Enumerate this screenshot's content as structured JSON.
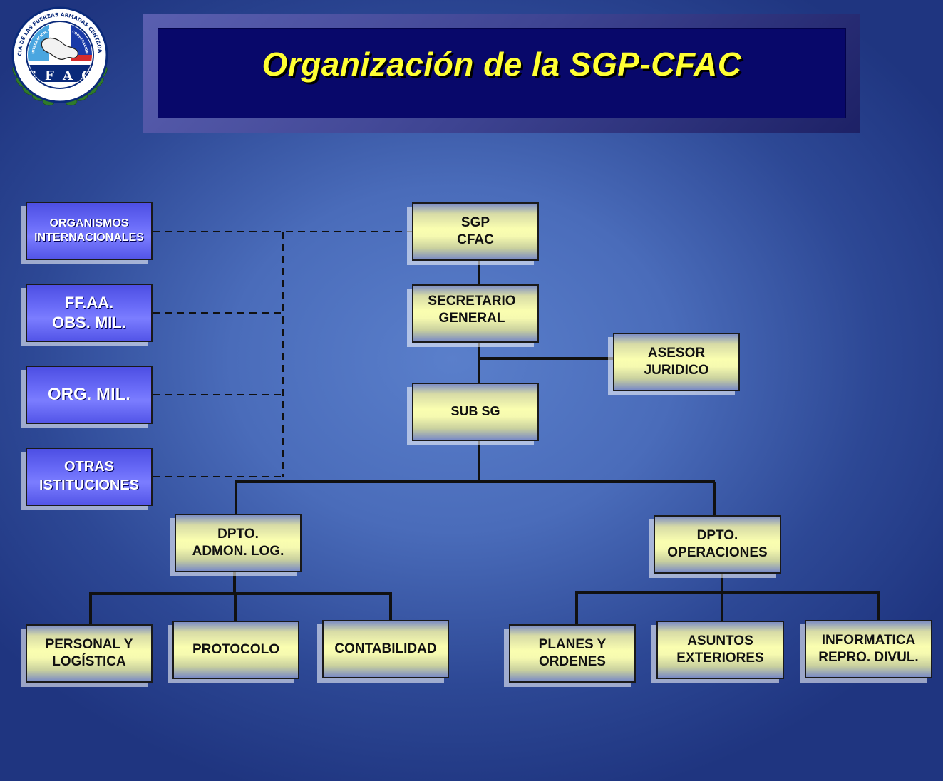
{
  "title": "Organización de la SGP-CFAC",
  "logo": {
    "ring_text": "CONFERENCIA DE LAS FUERZAS ARMADAS CENTROAMERICANAS",
    "inner_text": "INTEGRACIÓN, CONFIANZA, COOPERACIÓN",
    "letters": "C F A C"
  },
  "nodes": {
    "sgp": "SGP\nCFAC",
    "secretario": "SECRETARIO\nGENERAL",
    "asesor": "ASESOR\nJURIDICO",
    "subsg": "SUB SG",
    "admon": "DPTO.\nADMON. LOG.",
    "operaciones": "DPTO.\nOPERACIONES",
    "personal": "PERSONAL Y\nLOGÍSTICA",
    "protocolo": "PROTOCOLO",
    "contabilidad": "CONTABILIDAD",
    "planes": "PLANES Y\nORDENES",
    "asuntos": "ASUNTOS\nEXTERIORES",
    "informatica": "INFORMATICA\nREPRO. DIVUL."
  },
  "external": {
    "organismos": "ORGANISMOS\nINTERNACIONALES",
    "ffaa": "FF.AA.\nOBS. MIL.",
    "orgmil": "ORG. MIL.",
    "otras": "OTRAS\nISTITUCIONES"
  },
  "colors": {
    "title_text": "#ffff33",
    "banner": "#08086a",
    "node_fill": "#fafeb0",
    "external_fill": "#6a6cf8",
    "connector": "#111111"
  }
}
